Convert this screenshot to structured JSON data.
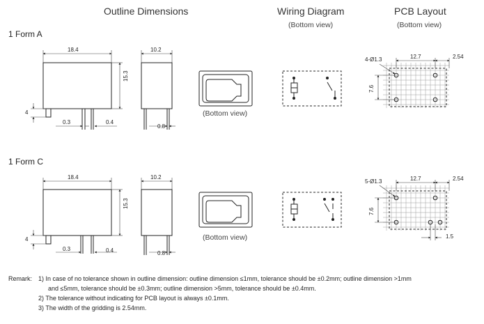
{
  "headers": {
    "outline": "Outline Dimensions",
    "wiring": "Wiring Diagram",
    "wiring_sub": "(Bottom view)",
    "pcb": "PCB Layout",
    "pcb_sub": "(Bottom view)"
  },
  "forms": [
    {
      "label": "1 Form A",
      "width": "18.4",
      "height": "15.3",
      "pin_len": "4",
      "pin_a": "0.3",
      "pin_b": "0.4",
      "side_width": "10.2",
      "side_pin": "0.8",
      "bottom_view": "(Bottom view)",
      "pcb_hole": "4-Ø1.3",
      "pcb_pitch": "12.7",
      "pcb_edge": "2.54",
      "pcb_row": "7.6",
      "pcb_extra": ""
    },
    {
      "label": "1 Form C",
      "width": "18.4",
      "height": "15.3",
      "pin_len": "4",
      "pin_a": "0.3",
      "pin_b": "0.4",
      "side_width": "10.2",
      "side_pin": "0.8",
      "bottom_view": "(Bottom view)",
      "pcb_hole": "5-Ø1.3",
      "pcb_pitch": "12.7",
      "pcb_edge": "2.54",
      "pcb_row": "7.6",
      "pcb_extra": "1.5"
    }
  ],
  "remarks": {
    "prefix": "Remark:",
    "lines": [
      "1)  In case of no tolerance shown in outline dimension: outline dimension ≤1mm, tolerance should be ±0.2mm; outline dimension >1mm",
      "and ≤5mm, tolerance should be ±0.3mm; outline dimension >5mm, tolerance should be ±0.4mm.",
      "2)  The tolerance without indicating for PCB layout  is always ±0.1mm.",
      "3)  The width of the gridding is 2.54mm."
    ]
  }
}
